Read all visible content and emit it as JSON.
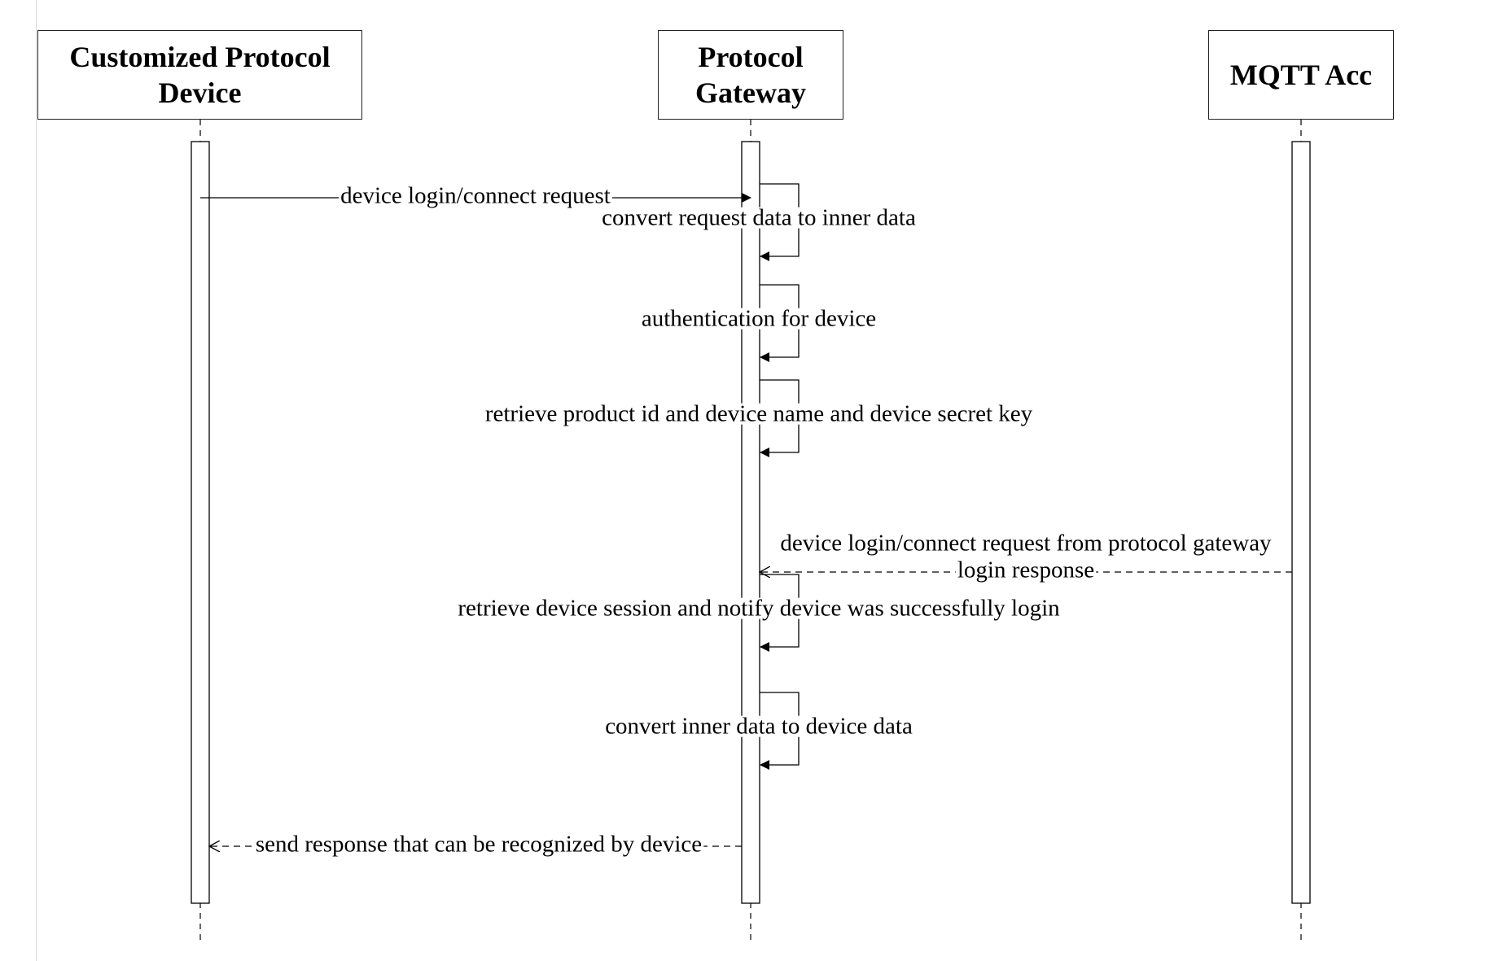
{
  "participants": [
    {
      "id": "device",
      "label": "Customized Protocol Device"
    },
    {
      "id": "gateway",
      "label": "Protocol Gateway"
    },
    {
      "id": "mqtt",
      "label": "MQTT Acc"
    }
  ],
  "messages": [
    {
      "from": "device",
      "to": "gateway",
      "kind": "sync",
      "label": "device login/connect request"
    },
    {
      "from": "gateway",
      "to": "gateway",
      "kind": "self",
      "label": "convert request data to inner data"
    },
    {
      "from": "gateway",
      "to": "gateway",
      "kind": "self",
      "label": "authentication for device"
    },
    {
      "from": "gateway",
      "to": "gateway",
      "kind": "self",
      "label": "retrieve product id and device name and device secret key"
    },
    {
      "from": "gateway",
      "to": "mqtt",
      "kind": "sync",
      "label": "device login/connect request from protocol gateway"
    },
    {
      "from": "mqtt",
      "to": "gateway",
      "kind": "reply",
      "label": "login response"
    },
    {
      "from": "gateway",
      "to": "gateway",
      "kind": "self",
      "label": "retrieve device session and notify device was successfully login"
    },
    {
      "from": "gateway",
      "to": "gateway",
      "kind": "self",
      "label": "convert inner data to device data"
    },
    {
      "from": "gateway",
      "to": "device",
      "kind": "reply",
      "label": "send response that can be recognized by device"
    }
  ]
}
